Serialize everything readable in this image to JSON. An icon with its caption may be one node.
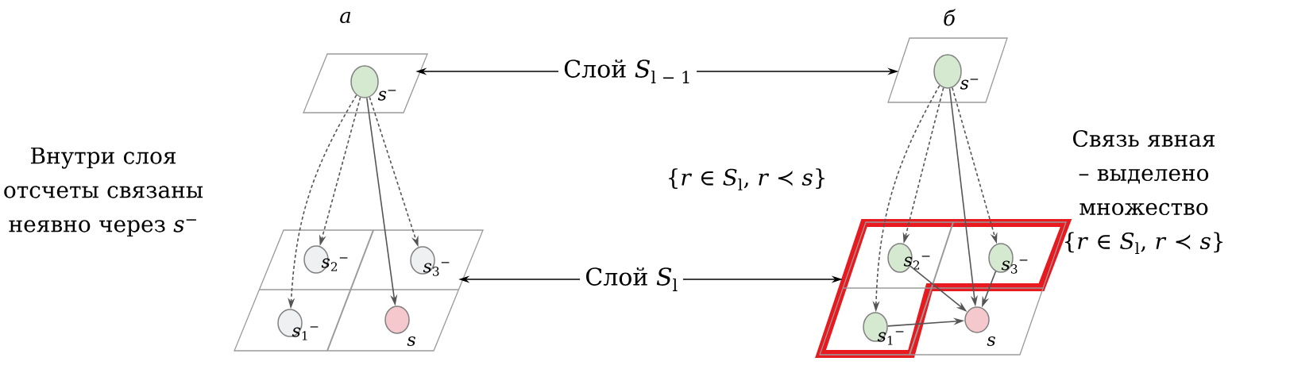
{
  "diagram": {
    "nodes": [
      {
        "text": [
          "Слой *S*$_{l − 1}$"
        ]
      },
      {
        "text": [
          "Слой *S*$_{l}$"
        ]
      },
      {
        "text": [],
        "shape": "parallelogram"
      },
      {
        "text": [],
        "shape": "parallelogram"
      },
      {
        "text": [],
        "shape": "parallelogram"
      },
      {
        "text": [],
        "shape": "parallelogram"
      },
      {
        "text": [],
        "shape": "circle",
        "in": 2,
        "beside": [
          "*s*$^{−}$"
        ]
      },
      {
        "text": [],
        "shape": "circle",
        "in": 3,
        "beside": [
          "*s*$_{2}$$^{−}$"
        ]
      },
      {
        "text": [],
        "shape": "circle",
        "in": 3,
        "beside": [
          "*s*$_{3}$$^{−}$"
        ]
      },
      {
        "text": [],
        "shape": "circle",
        "in": 3,
        "beside": [
          "*s*$_{1}$$^{−}$"
        ]
      },
      {
        "text": [],
        "shape": "circle",
        "in": 3,
        "beside": [
          "*s*"
        ]
      },
      {
        "text": [],
        "shape": "circle",
        "in": 4,
        "beside": [
          "*s*$^{−}$"
        ]
      },
      {
        "text": [],
        "shape": "circle",
        "in": 5,
        "beside": [
          "*s*$_{2}$$^{−}$"
        ]
      },
      {
        "text": [],
        "shape": "circle",
        "in": 5,
        "beside": [
          "*s*$_{3}$$^{−}$"
        ]
      },
      {
        "text": [],
        "shape": "circle",
        "in": 5,
        "beside": [
          "*s*$_{1}$$^{−}$"
        ]
      },
      {
        "text": [],
        "shape": "circle",
        "in": 5,
        "beside": [
          "*s*"
        ]
      }
    ],
    "edges": [
      {
        "from": 0,
        "to": 2,
        "arrow": "to"
      },
      {
        "from": 0,
        "to": 4,
        "arrow": "to"
      },
      {
        "from": 1,
        "to": 3,
        "arrow": "to"
      },
      {
        "from": 1,
        "to": 5,
        "arrow": "to"
      },
      {
        "from": 6,
        "to": 10,
        "arrow": "to"
      },
      {
        "from": 6,
        "to": 7,
        "arrow": "to",
        "style": "dashed"
      },
      {
        "from": 6,
        "to": 9,
        "arrow": "to",
        "style": "dashed"
      },
      {
        "from": 6,
        "to": 8,
        "arrow": "to",
        "style": "dashed"
      },
      {
        "from": 11,
        "to": 15,
        "arrow": "to"
      },
      {
        "from": 11,
        "to": 12,
        "arrow": "to",
        "style": "dashed"
      },
      {
        "from": 11,
        "to": 14,
        "arrow": "to",
        "style": "dashed"
      },
      {
        "from": 11,
        "to": 13,
        "arrow": "to",
        "style": "dashed"
      },
      {
        "from": 12,
        "to": 15,
        "arrow": "to"
      },
      {
        "from": 13,
        "to": 15,
        "arrow": "to"
      },
      {
        "from": 14,
        "to": 15,
        "arrow": "to"
      }
    ],
    "labels": [
      "а",
      "б",
      "Внутри слоя отсчеты связаны неявно через *s*$^{−}$",
      "{*r* ∈ *S*$_{l}$, *r* ≺ *s*}",
      "Связь явная – выделено множество {*r* ∈ *S*$_{l}$, *r* ≺ *s*}"
    ]
  }
}
